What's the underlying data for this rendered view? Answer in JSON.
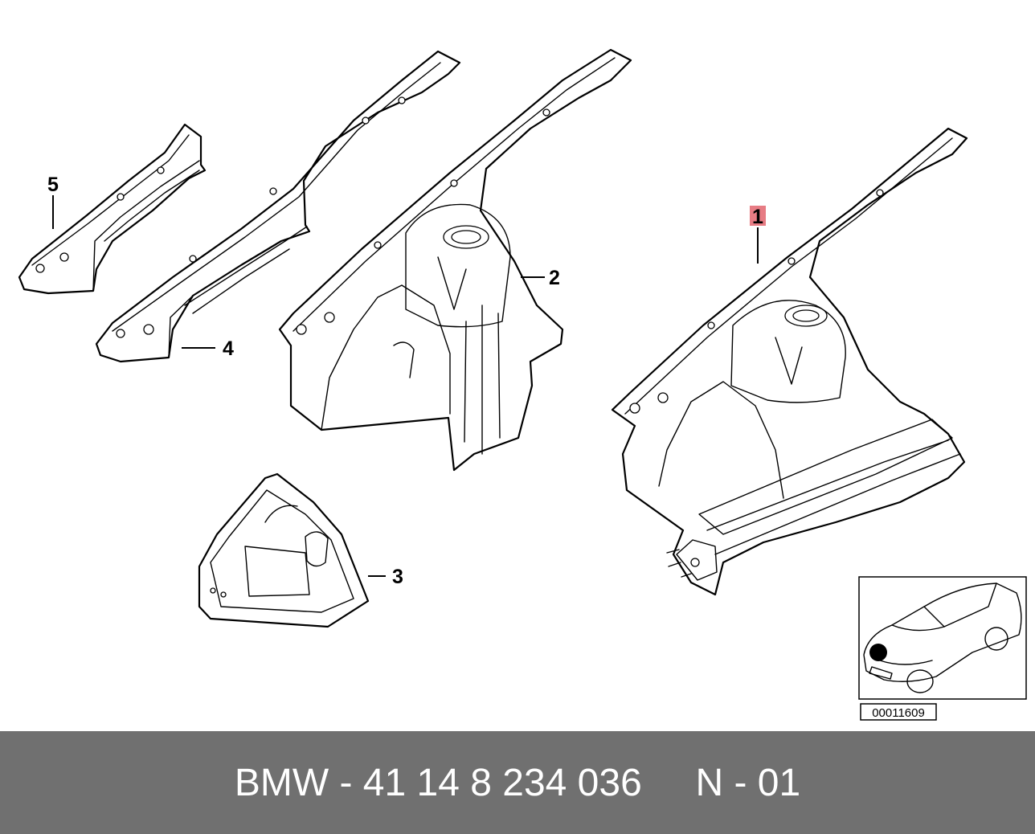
{
  "callouts": {
    "c1": "1",
    "c2": "2",
    "c3": "3",
    "c4": "4",
    "c5": "5"
  },
  "inset": {
    "code": "00011609"
  },
  "footer": {
    "part_number": "BMW - 41 14 8 234 036",
    "variant": "N - 01"
  },
  "colors": {
    "background": "#ffffff",
    "footer": "#707070",
    "footer_text": "#ffffff",
    "highlight": "#e77c84",
    "line": "#000000"
  }
}
